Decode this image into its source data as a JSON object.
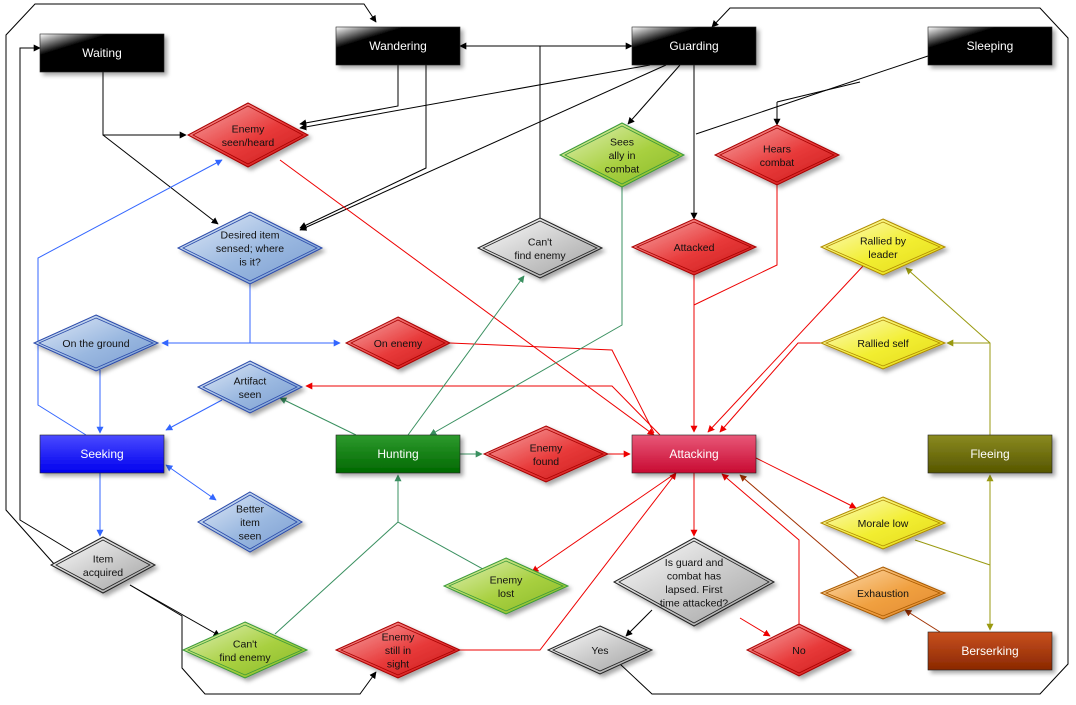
{
  "states": [
    {
      "id": "waiting",
      "label": "Waiting",
      "color": "black"
    },
    {
      "id": "wandering",
      "label": "Wandering",
      "color": "black"
    },
    {
      "id": "guarding",
      "label": "Guarding",
      "color": "black"
    },
    {
      "id": "sleeping",
      "label": "Sleeping",
      "color": "black"
    },
    {
      "id": "seeking",
      "label": "Seeking",
      "color": "blue"
    },
    {
      "id": "hunting",
      "label": "Hunting",
      "color": "green"
    },
    {
      "id": "attacking",
      "label": "Attacking",
      "color": "crimson"
    },
    {
      "id": "fleeing",
      "label": "Fleeing",
      "color": "olive"
    },
    {
      "id": "berserking",
      "label": "Berserking",
      "color": "rust"
    }
  ],
  "conditions": [
    {
      "id": "enemy_seen",
      "lines": [
        "Enemy",
        "seen/heard"
      ],
      "color": "red"
    },
    {
      "id": "sees_ally",
      "lines": [
        "Sees",
        "ally in",
        "combat"
      ],
      "color": "lime"
    },
    {
      "id": "hears_combat",
      "lines": [
        "Hears",
        "combat"
      ],
      "color": "red"
    },
    {
      "id": "desired_item",
      "lines": [
        "Desired item",
        "sensed; where",
        "is it?"
      ],
      "color": "steel"
    },
    {
      "id": "cant_find_enemy_top",
      "lines": [
        "Can't",
        "find enemy"
      ],
      "color": "gray"
    },
    {
      "id": "attacked",
      "lines": [
        "Attacked"
      ],
      "color": "red"
    },
    {
      "id": "rallied_leader",
      "lines": [
        "Rallied by",
        "leader"
      ],
      "color": "yellow"
    },
    {
      "id": "on_ground",
      "lines": [
        "On the ground"
      ],
      "color": "steel"
    },
    {
      "id": "on_enemy",
      "lines": [
        "On enemy"
      ],
      "color": "red"
    },
    {
      "id": "rallied_self",
      "lines": [
        "Rallied self"
      ],
      "color": "yellow"
    },
    {
      "id": "artifact_seen",
      "lines": [
        "Artifact",
        "seen"
      ],
      "color": "steel"
    },
    {
      "id": "enemy_found",
      "lines": [
        "Enemy",
        "found"
      ],
      "color": "red"
    },
    {
      "id": "better_item",
      "lines": [
        "Better",
        "item",
        "seen"
      ],
      "color": "steel"
    },
    {
      "id": "morale_low",
      "lines": [
        "Morale low"
      ],
      "color": "yellow"
    },
    {
      "id": "item_acquired",
      "lines": [
        "Item",
        "acquired"
      ],
      "color": "gray"
    },
    {
      "id": "enemy_lost",
      "lines": [
        "Enemy",
        "lost"
      ],
      "color": "lime"
    },
    {
      "id": "guard_question",
      "lines": [
        "Is guard and",
        "combat has",
        "lapsed. First",
        "time attacked?"
      ],
      "color": "gray"
    },
    {
      "id": "exhaustion",
      "lines": [
        "Exhaustion"
      ],
      "color": "orange"
    },
    {
      "id": "cant_find_enemy_bottom",
      "lines": [
        "Can't",
        "find enemy"
      ],
      "color": "lime"
    },
    {
      "id": "enemy_still",
      "lines": [
        "Enemy",
        "still in",
        "sight"
      ],
      "color": "red"
    },
    {
      "id": "yes",
      "lines": [
        "Yes"
      ],
      "color": "gray"
    },
    {
      "id": "no",
      "lines": [
        "No"
      ],
      "color": "red"
    }
  ],
  "palette": {
    "black": "#000000",
    "blue": "#0000ff",
    "green": "#007a00",
    "crimson": "#dc0a3c",
    "olive": "#646400",
    "rust": "#a03000",
    "red": "#e83030",
    "lime": "#a8d040",
    "steel": "#9ab8e0",
    "gray": "#c8c8c8",
    "yellow": "#f2ee30",
    "orange": "#f0a040",
    "edge_black": "#000000",
    "edge_red": "#ee0000",
    "edge_blue": "#3366ff",
    "edge_green": "#3a9060",
    "edge_olive": "#9a9a10",
    "edge_rust": "#a03000"
  }
}
